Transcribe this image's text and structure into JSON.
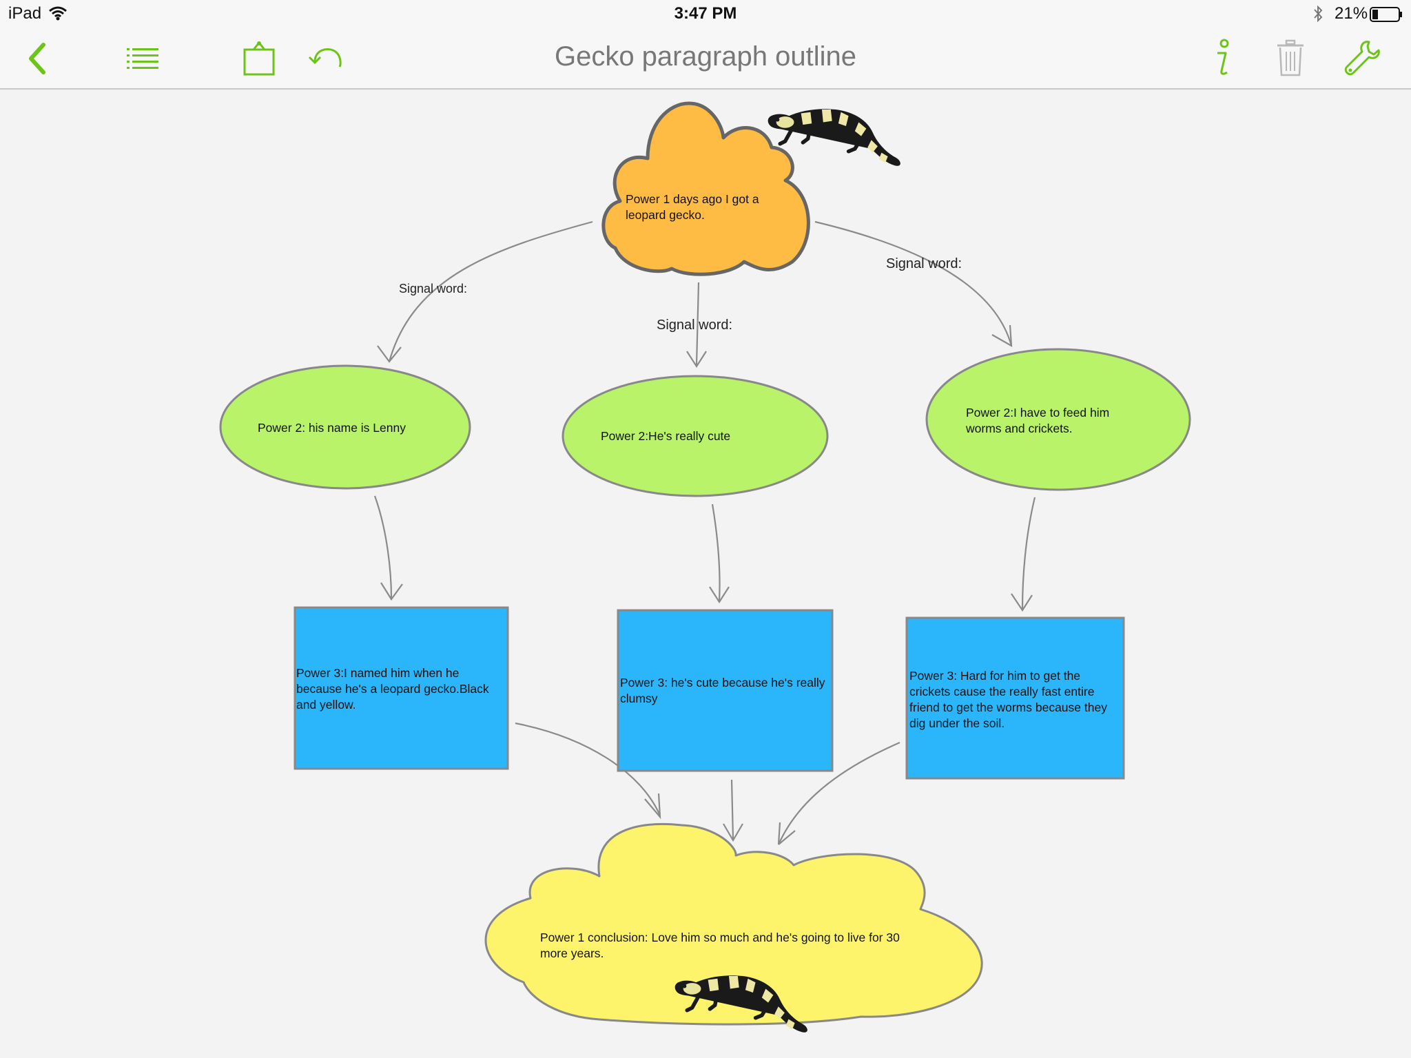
{
  "status_bar": {
    "device": "iPad",
    "time": "3:47 PM",
    "battery_percent": "21%",
    "icons": [
      "wifi-icon",
      "bluetooth-icon",
      "battery-icon"
    ]
  },
  "toolbar": {
    "title": "Gecko paragraph outline",
    "left_buttons": [
      "back-icon",
      "outline-list-icon",
      "share-icon",
      "undo-icon"
    ],
    "right_buttons": [
      "info-icon",
      "trash-icon",
      "wrench-icon"
    ],
    "accent_color": "#6cc417"
  },
  "diagram": {
    "main_idea": {
      "text": "Power 1 days ago I got a leopard gecko.",
      "shape": "cloud",
      "color": "#ffbc45"
    },
    "signal_labels": {
      "left": "Signal word:",
      "center": "Signal word:",
      "right": "Signal word:"
    },
    "power2": [
      {
        "text": "Power 2: his name is Lenny",
        "shape": "ellipse",
        "color": "#b8f36a"
      },
      {
        "text": "Power 2:He's really cute",
        "shape": "ellipse",
        "color": "#b8f36a"
      },
      {
        "text": "Power 2:I have to feed him worms and crickets.",
        "shape": "ellipse",
        "color": "#b8f36a"
      }
    ],
    "power3": [
      {
        "text": "Power 3:I named him when he because he's a leopard gecko.Black and yellow.",
        "shape": "rectangle",
        "color": "#2bb6fb"
      },
      {
        "text": "Power 3: he's cute because he's really clumsy",
        "shape": "rectangle",
        "color": "#2bb6fb"
      },
      {
        "text": "Power 3: Hard for him to get the crickets cause the really fast entire friend to get the worms because they dig under the soil.",
        "shape": "rectangle",
        "color": "#2bb6fb"
      }
    ],
    "conclusion": {
      "text": "Power 1 conclusion: Love him so much and he's going to live for 30 more years.",
      "shape": "cloud",
      "color": "#fef46b"
    },
    "images": [
      "gecko-image",
      "gecko-image"
    ]
  }
}
